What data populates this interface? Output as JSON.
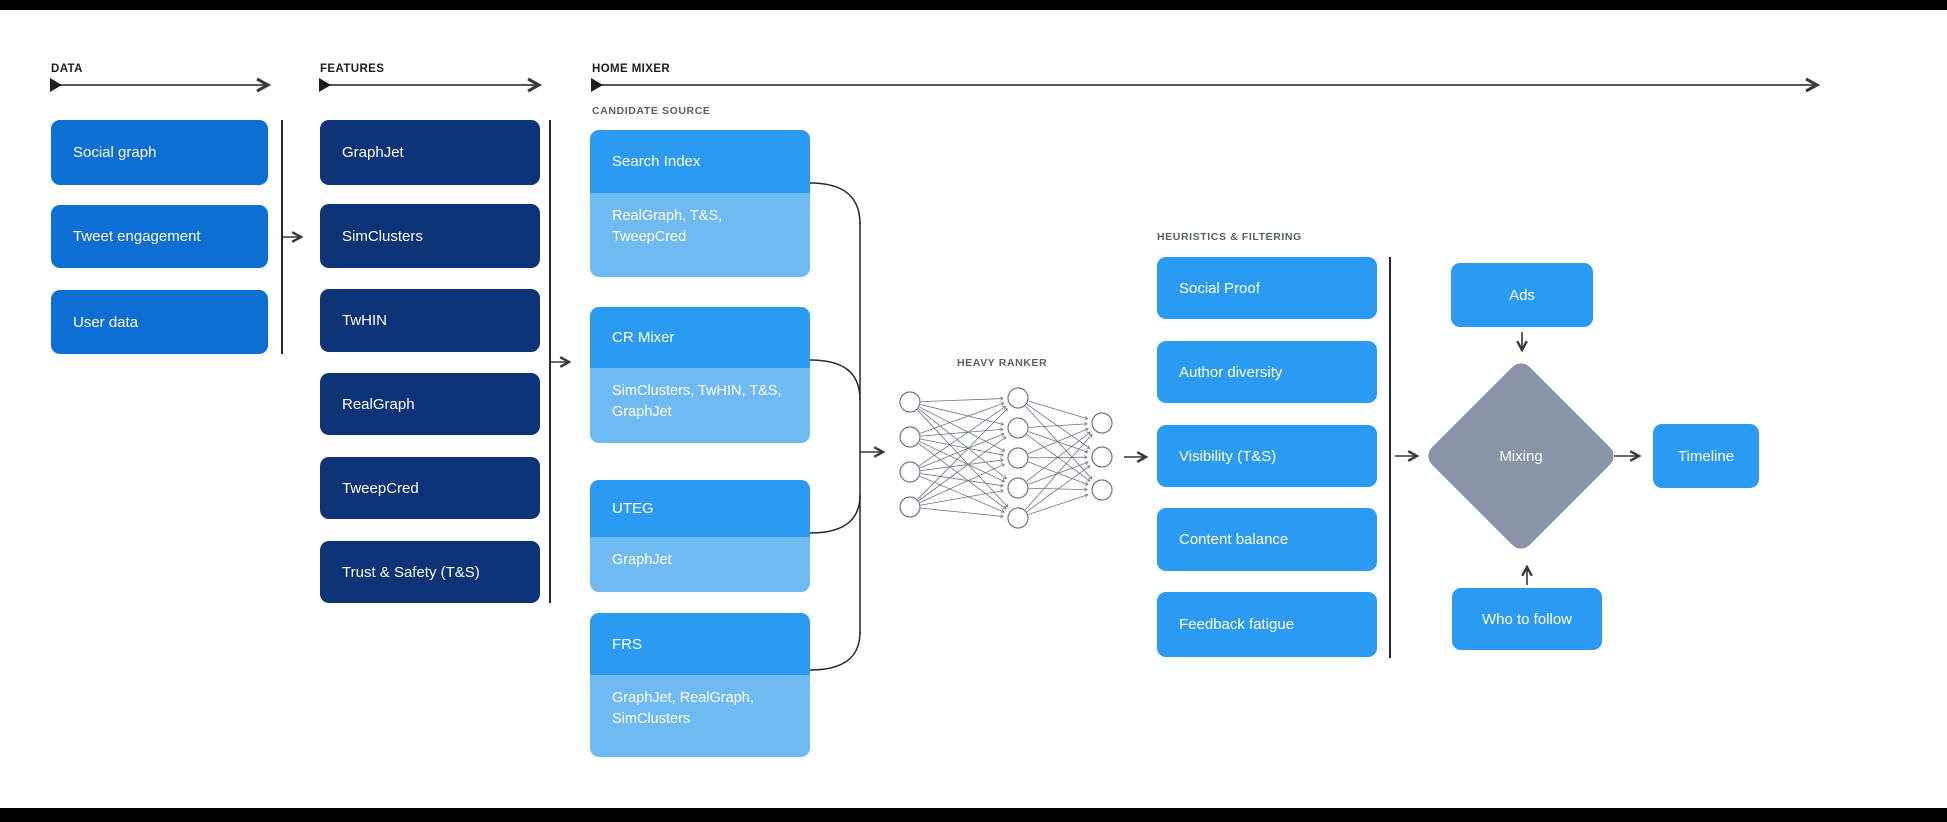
{
  "colors": {
    "data_box": "#0d6fd3",
    "feature_box": "#0c3278",
    "primary_box": "#2b9af2",
    "sub_box": "#70baf3",
    "diamond": "#8795a7",
    "page_bar": "#000000"
  },
  "sections": {
    "data": {
      "label": "DATA",
      "boxes": [
        "Social graph",
        "Tweet engagement",
        "User data"
      ]
    },
    "features": {
      "label": "FEATURES",
      "boxes": [
        "GraphJet",
        "SimClusters",
        "TwHIN",
        "RealGraph",
        "TweepCred",
        "Trust & Safety (T&S)"
      ]
    },
    "home_mixer": {
      "label": "HOME MIXER",
      "candidate_source": {
        "label": "CANDIDATE SOURCE",
        "groups": [
          {
            "name": "Search Index",
            "inputs": "RealGraph, T&S, TweepCred"
          },
          {
            "name": "CR Mixer",
            "inputs": "SimClusters, TwHIN, T&S, GraphJet"
          },
          {
            "name": "UTEG",
            "inputs": "GraphJet"
          },
          {
            "name": "FRS",
            "inputs": "GraphJet, RealGraph, SimClusters"
          }
        ]
      },
      "heavy_ranker": {
        "label": "HEAVY RANKER",
        "layers": [
          4,
          5,
          3
        ]
      },
      "heuristics": {
        "label": "HEURISTICS & FILTERING",
        "boxes": [
          "Social Proof",
          "Author diversity",
          "Visibility (T&S)",
          "Content balance",
          "Feedback fatigue"
        ]
      },
      "mixing": {
        "ads_label": "Ads",
        "diamond_label": "Mixing",
        "who_to_follow_label": "Who to follow",
        "timeline_label": "Timeline"
      }
    }
  }
}
